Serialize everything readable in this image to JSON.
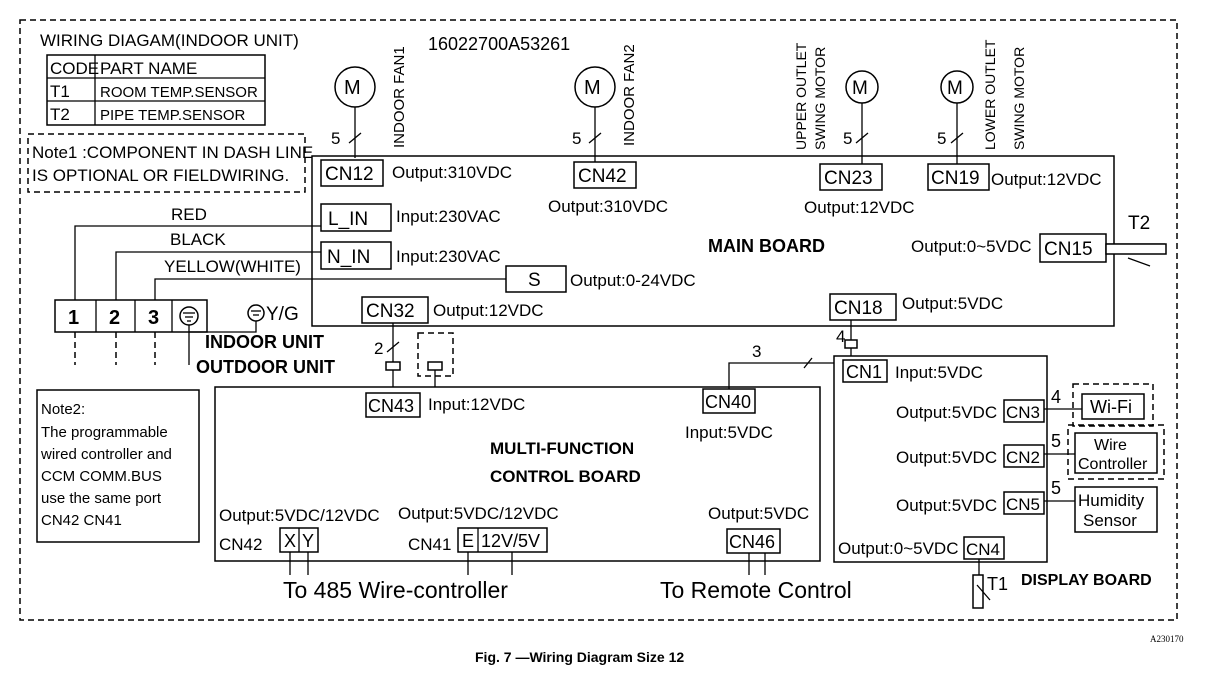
{
  "header": {
    "title": "WIRING DIAGAM(INDOOR UNIT)",
    "part_no": "16022700A53261"
  },
  "parts_table": {
    "col_code": "CODE",
    "col_name": "PART NAME",
    "rows": [
      {
        "code": "T1",
        "name": "ROOM TEMP.SENSOR"
      },
      {
        "code": "T2",
        "name": "PIPE TEMP.SENSOR"
      }
    ]
  },
  "note1": {
    "line1": "Note1 :COMPONENT IN DASH LINE",
    "line2": "IS OPTIONAL OR FIELDWIRING."
  },
  "note2": {
    "lines": [
      "Note2:",
      "The programmable",
      " wired controller and",
      " CCM COMM.BUS",
      "use the same port",
      "CN42 CN41"
    ]
  },
  "motors": {
    "symbol": "M",
    "fan1": {
      "label": "INDOOR FAN1",
      "wires": "5",
      "conn": "CN12",
      "rating": "Output:310VDC"
    },
    "fan2": {
      "label": "INDOOR FAN2",
      "wires": "5",
      "conn": "CN42",
      "rating": "Output:310VDC"
    },
    "upper": {
      "label1": "UPPER OUTLET",
      "label2": "SWING MOTOR",
      "wires": "5",
      "conn": "CN23",
      "rating": "Output:12VDC"
    },
    "lower": {
      "label1": "LOWER OUTLET",
      "label2": "SWING MOTOR",
      "wires": "5",
      "conn": "CN19",
      "rating": "Output:12VDC"
    }
  },
  "main_board": {
    "title": "MAIN BOARD",
    "l_in": {
      "conn": "L_IN",
      "rating": "Input:230VAC"
    },
    "n_in": {
      "conn": "N_IN",
      "rating": "Input:230VAC"
    },
    "s": {
      "conn": "S",
      "rating": "Output:0-24VDC"
    },
    "cn32": {
      "conn": "CN32",
      "rating": "Output:12VDC",
      "wires": "2"
    },
    "cn18": {
      "conn": "CN18",
      "rating": "Output:5VDC",
      "wires": "4"
    },
    "cn15": {
      "conn": "CN15",
      "rating": "Output:0~5VDC"
    }
  },
  "sensors": {
    "t2": "T2",
    "t1": "T1"
  },
  "wires": {
    "red": "RED",
    "black": "BLACK",
    "yellow": "YELLOW(WHITE)"
  },
  "terminal": {
    "labels": [
      "1",
      "2",
      "3"
    ],
    "yg": "Y/G",
    "indoor": "INDOOR UNIT",
    "outdoor": "OUTDOOR UNIT"
  },
  "mf_board": {
    "title1": "MULTI-FUNCTION",
    "title2": "CONTROL BOARD",
    "cn43": {
      "conn": "CN43",
      "rating": "Input:12VDC"
    },
    "cn40": {
      "conn": "CN40",
      "rating": "Input:5VDC",
      "wires": "3"
    },
    "cn42": {
      "conn": "CN42",
      "rating": "Output:5VDC/12VDC",
      "pin1": "X",
      "pin2": "Y"
    },
    "cn41": {
      "conn": "CN41",
      "rating": "Output:5VDC/12VDC",
      "pin1": "E",
      "pin2": "12V/5V"
    },
    "cn46": {
      "conn": "CN46",
      "rating": "Output:5VDC"
    },
    "to485": "To 485 Wire-controller",
    "toremote": "To Remote Control"
  },
  "display_board": {
    "title": "DISPLAY BOARD",
    "cn1": {
      "conn": "CN1",
      "rating": "Input:5VDC"
    },
    "cn3": {
      "conn": "CN3",
      "rating": "Output:5VDC",
      "wires": "4",
      "device": "Wi-Fi"
    },
    "cn2": {
      "conn": "CN2",
      "rating": "Output:5VDC",
      "wires": "5",
      "device1": "Wire",
      "device2": "Controller"
    },
    "cn5": {
      "conn": "CN5",
      "rating": "Output:5VDC",
      "wires": "5",
      "device1": "Humidity",
      "device2": "Sensor"
    },
    "cn4": {
      "conn": "CN4",
      "rating": "Output:0~5VDC"
    }
  },
  "footer": {
    "code": "A230170",
    "caption": "Fig. 7 —Wiring Diagram Size 12"
  }
}
